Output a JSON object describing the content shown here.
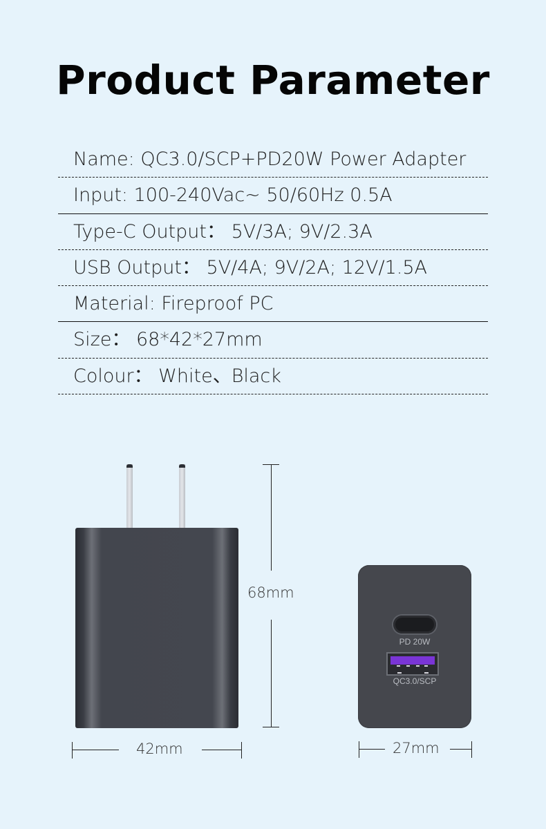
{
  "title": "Product Parameter",
  "specs": [
    {
      "text": "Name: QC3.0/SCP+PD20W Power Adapter",
      "line": "dashed"
    },
    {
      "text": "Input: 100-240Vac~ 50/60Hz 0.5A",
      "line": "solid"
    },
    {
      "text": "Type-C Output： 5V/3A; 9V/2.3A",
      "line": "dashed"
    },
    {
      "text": "USB Output： 5V/4A; 9V/2A; 12V/1.5A",
      "line": "dashed"
    },
    {
      "text": "Material:  Fireproof PC",
      "line": "solid"
    },
    {
      "text": "Size： 68*42*27mm",
      "line": "dashed"
    },
    {
      "text": "Colour： White、Black",
      "line": "dashed"
    }
  ],
  "dimensions": {
    "height": "68mm",
    "width": "42mm",
    "depth": "27mm"
  },
  "ports": {
    "typec_label": "PD 20W",
    "usba_label": "QC3.0/SCP"
  },
  "colors": {
    "background": "#e6f3fb",
    "charger_body": "#45474d",
    "usb_tongue": "#7a35d6"
  }
}
